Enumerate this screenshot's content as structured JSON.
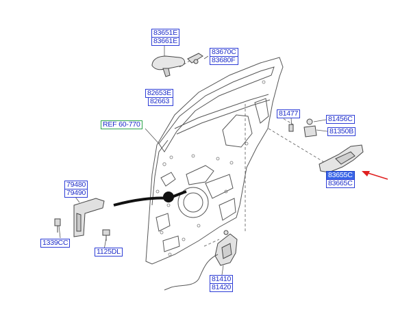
{
  "callouts": {
    "c1": "83651E",
    "c2": "83661E",
    "c3": "83670C",
    "c4": "83680F",
    "c5": "82653E",
    "c6": "82663",
    "ref": "REF 60-770",
    "c7": "81477",
    "c8": "81456C",
    "c9": "81350B",
    "c10": "83655C",
    "c11": "83665C",
    "c12": "79480",
    "c13": "79490",
    "c14": "1339CC",
    "c15": "1125DL",
    "c16": "81410",
    "c17": "81420"
  },
  "colors": {
    "label_text": "#1c2bc8",
    "label_border": "#2b3bd6",
    "highlight_fill": "#3a66e8",
    "ref_border": "#2ba24a",
    "pointer_arrow": "#e02020",
    "drawing_lines": "#555555"
  }
}
